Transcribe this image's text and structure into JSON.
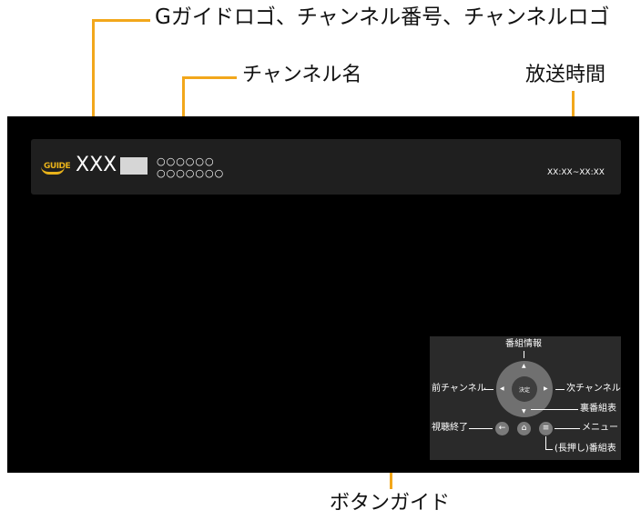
{
  "callouts": {
    "logos": "Gガイドロゴ、チャンネル番号、チャンネルロゴ",
    "channel_name": "チャンネル名",
    "broadcast_time": "放送時間",
    "button_guide": "ボタンガイド"
  },
  "banner": {
    "g_logo_text": "GUIDE",
    "channel_number": "XXX",
    "channel_name_line1": "○○○○○○",
    "channel_name_line2": "○○○○○○○",
    "time_range": "XX:XX~XX:XX"
  },
  "guide": {
    "up": "番組情報",
    "left": "前チャンネル",
    "right": "次チャンネル",
    "down": "裏番組表",
    "center": "決定",
    "back": "視聴終了",
    "menu": "メニュー",
    "menu_long": "(長押し)番組表",
    "back_icon": "←",
    "home_icon": "⌂",
    "menu_icon": "≡",
    "arrow_up": "▲",
    "arrow_down": "▼",
    "arrow_left": "◀",
    "arrow_right": "▶"
  },
  "colors": {
    "callout_line": "#f2a71b",
    "screen": "#000000",
    "banner": "#1f1f1f",
    "g_logo": "#e8b21a"
  }
}
